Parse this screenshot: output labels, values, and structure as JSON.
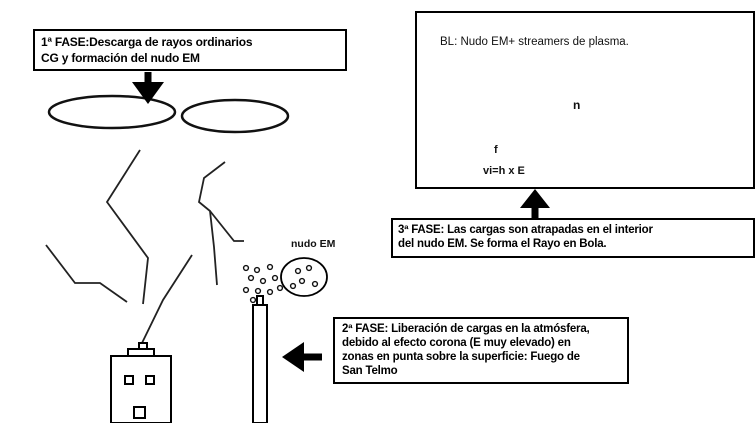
{
  "phase1": {
    "line1": "1ª FASE:Descarga de rayos ordinarios",
    "line2": "CG  y formación del nudo EM"
  },
  "phase2": {
    "lines": [
      "2ª FASE: Liberación de cargas en la atmósfera,",
      "debido al efecto corona (E muy elevado) en",
      "zonas en punta sobre la superficie: Fuego de",
      "San Telmo"
    ]
  },
  "phase3": {
    "line1": "3ª FASE: Las cargas son atrapadas en el interior",
    "line2": "del nudo EM. Se forma el Rayo en Bola."
  },
  "bl_box": {
    "title": "BL: Nudo EM+ streamers de plasma.",
    "n_label": "n",
    "formula": "vi=h x E",
    "vector_mark": "f"
  },
  "nudo_label": "nudo EM"
}
